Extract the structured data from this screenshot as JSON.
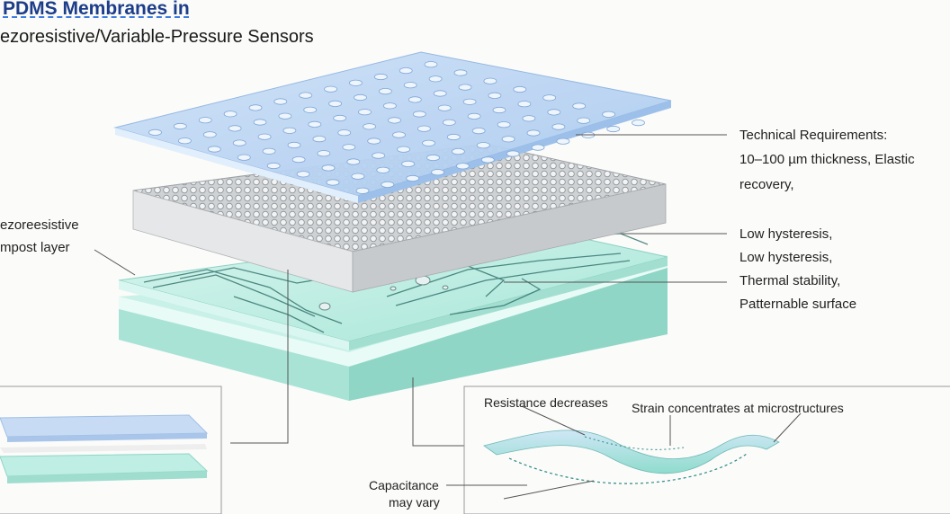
{
  "title": {
    "line1": "PDMS Membranes in",
    "line2": "ezoresistive/Variable-Pressure Sensors"
  },
  "labels": {
    "tech_req_1": "Technical Requirements:",
    "tech_req_2": "10–100 µm thickness, Elastic",
    "tech_req_3": "recovery,",
    "prop_1": "Low hysteresis,",
    "prop_2": "Low hysteresis,",
    "prop_3": "Thermal stability,",
    "prop_4": "Patternable surface",
    "left_1": "ezoreesistive",
    "left_2": "mpost layer",
    "resistance": "Resistance decreases",
    "strain": "Strain concentrates at microstructures",
    "cap_1": "Capacitance",
    "cap_2": "may vary"
  },
  "colors": {
    "top_layer": "#bcd6f2",
    "mesh_layer": "#d9d9d9",
    "circuit_layer": "#bfeee4",
    "circuit_trace": "#2f6f6a",
    "leader": "#555555"
  }
}
